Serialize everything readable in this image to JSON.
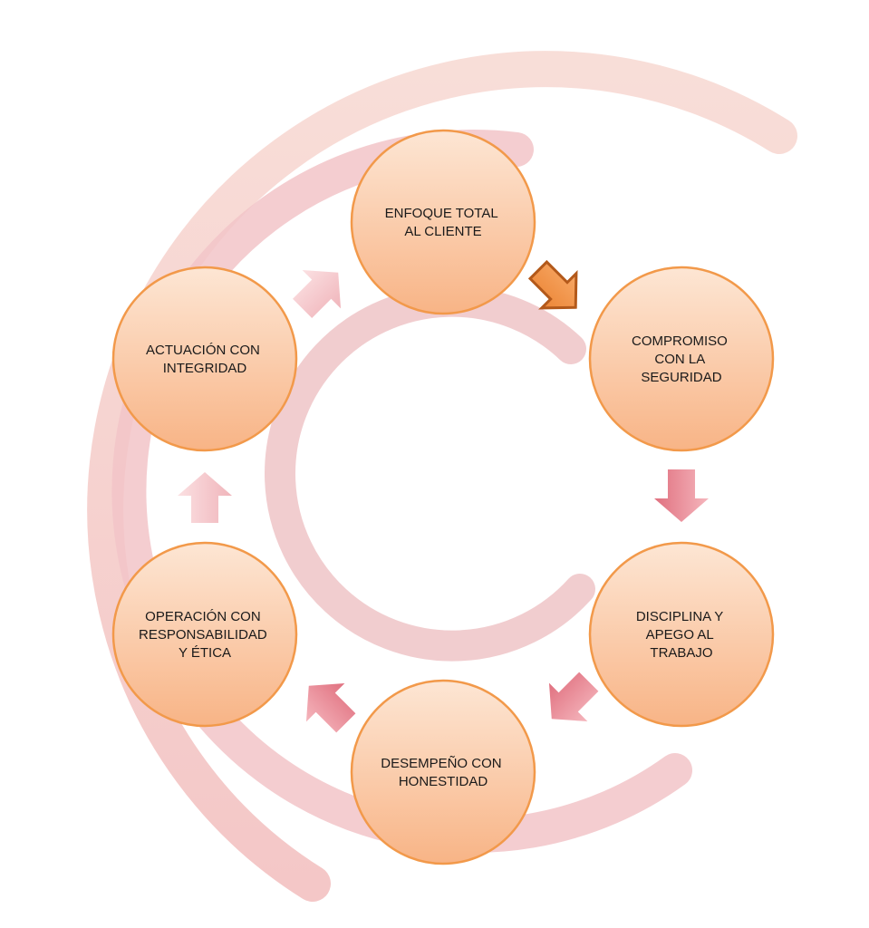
{
  "diagram": {
    "nodes": [
      {
        "id": "enfoque",
        "lines": [
          "ENFOQUE TOTAL",
          "AL CLIENTE"
        ]
      },
      {
        "id": "compromiso",
        "lines": [
          "COMPROMISO",
          "CON LA",
          "SEGURIDAD"
        ]
      },
      {
        "id": "disciplina",
        "lines": [
          "DISCIPLINA Y",
          "APEGO AL",
          "TRABAJO"
        ]
      },
      {
        "id": "desempeno",
        "lines": [
          "DESEMPEÑO CON",
          "HONESTIDAD"
        ]
      },
      {
        "id": "operacion",
        "lines": [
          "OPERACIÓN CON",
          "RESPONSABILIDAD",
          "Y ÉTICA"
        ]
      },
      {
        "id": "actuacion",
        "lines": [
          "ACTUACIÓN CON",
          "INTEGRIDAD"
        ]
      }
    ],
    "colors": {
      "node_fill_top": "#fde1cc",
      "node_fill_bottom": "#f9b98a",
      "node_stroke": "#f29a4a",
      "arrow_highlight": "#f0934a",
      "arrow_highlight_stroke": "#b35a14",
      "arrow_pink": "#e57f8c",
      "arc_outer": "#f6d2cf",
      "arc_middle": "#f3c9cc",
      "arc_inner": "#ecc3c6"
    }
  }
}
